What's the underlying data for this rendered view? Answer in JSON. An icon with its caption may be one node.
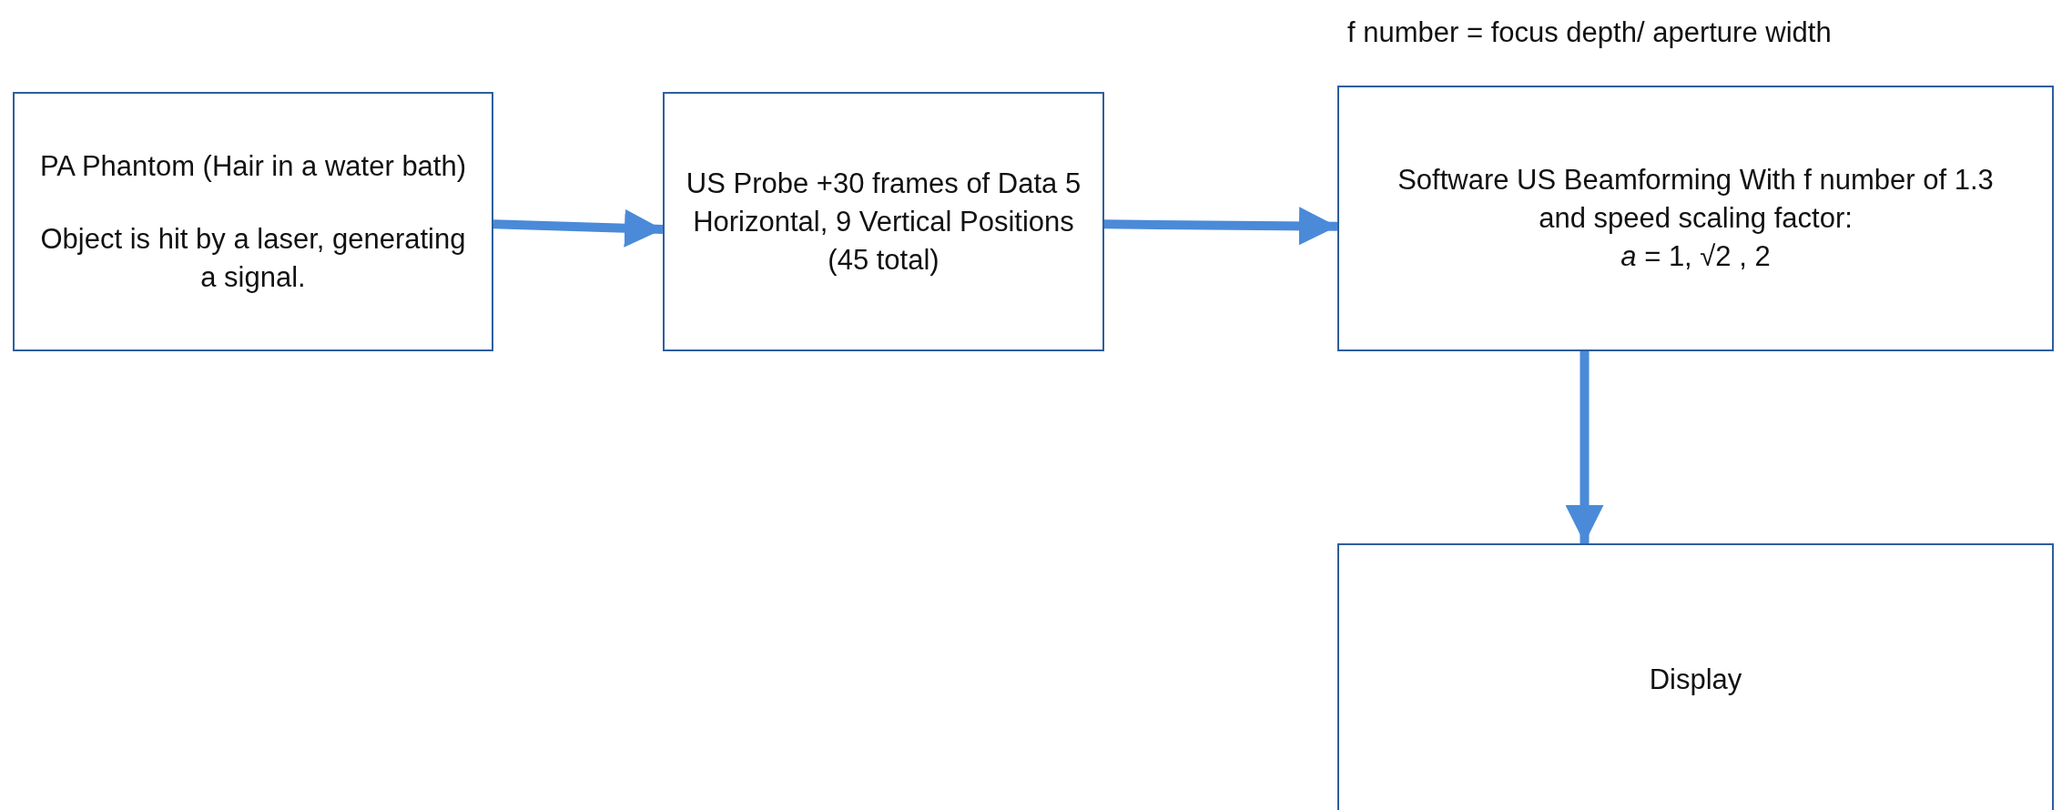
{
  "diagram": {
    "nodes": [
      {
        "text": [
          "PA Phantom (Hair in a water bath)",
          "Object is hit by a laser, generating a signal."
        ]
      },
      {
        "text": [
          "US Probe +30 frames of Data 5 Horizontal, 9 Vertical Positions (45 total)"
        ]
      },
      {
        "text": [
          "Software US Beamforming With f number of 1.3 and speed scaling factor:",
          "*a* = 1, √2 , 2"
        ]
      },
      {
        "text": [
          "Display"
        ]
      }
    ],
    "edges": [
      {
        "from": 0,
        "to": 1,
        "arrow": "to"
      },
      {
        "from": 1,
        "to": 2,
        "arrow": "to"
      },
      {
        "from": 2,
        "to": 3,
        "arrow": "to"
      }
    ],
    "labels": [
      "f number = focus depth/ aperture width"
    ]
  }
}
